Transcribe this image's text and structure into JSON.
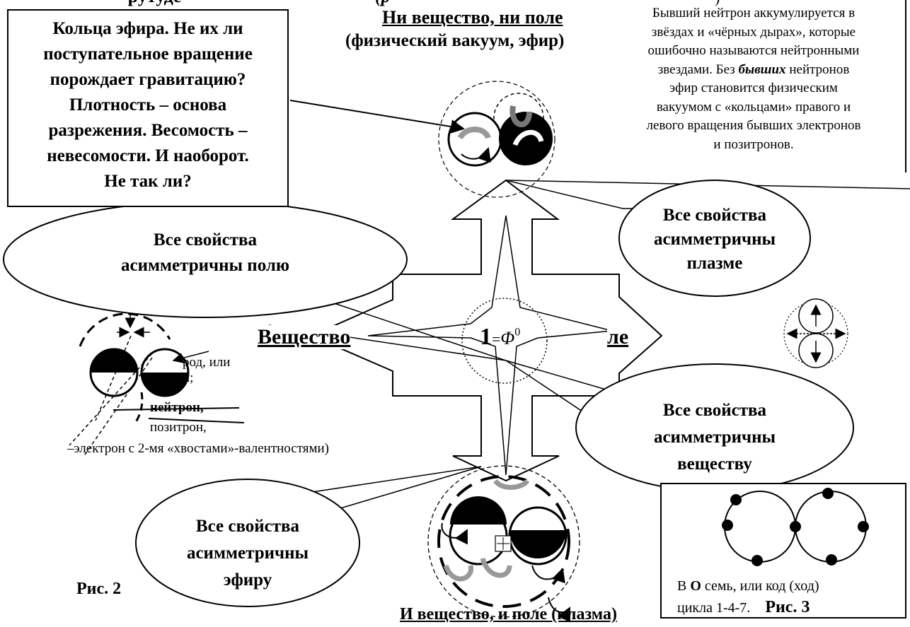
{
  "top_partial_left": "-рутуде",
  "top_partial_mid": "(р",
  "top_partial_right": ")",
  "title_top": "Ни вещество, ни поле",
  "subtitle_top": "(физический вакуум, эфир)",
  "title_bottom": "И вещество, и поле (плазма)",
  "label_left": "Вещество",
  "label_right": "ле",
  "center_formula": {
    "lhs": "1",
    "eq": "=",
    "base": "Φ",
    "exp": "0"
  },
  "textbox_left": {
    "lines": [
      "Кольца эфира. Не их ли",
      "поступательное вращение",
      "порождает гравитацию?",
      "Плотность – основа",
      "разрежения. Весомость –",
      "невесомости. И наоборот.",
      "Не так ли?"
    ]
  },
  "note_top_right": {
    "lines_before": [
      "Бывший нейтрон аккумулируется в",
      "звёздах и «чёрных дырах», которые",
      "ошибочно называются нейтронными"
    ],
    "line4_start": "звездами. Без ",
    "line4_emph": "бывших",
    "line4_end": " нейтронов",
    "lines_after": [
      "эфир становится физическим",
      "вакуумом с «кольцами» правого и",
      "левого вращения бывших электронов",
      "и позитронов."
    ]
  },
  "bubble_field": [
    "Все свойства",
    "асимметричны полю"
  ],
  "bubble_plasma": [
    "Все свойства",
    "асимметричны",
    "плазме"
  ],
  "bubble_matter": [
    "Все свойства",
    "асимметричны",
    "веществу"
  ],
  "bubble_ether": [
    "Все свойства",
    "асимметричны",
    "эфиру"
  ],
  "legend": {
    "l1": "род, или",
    "l2": "й;",
    "l3": "нейтрон,",
    "l4": "позитрон,",
    "l5": "–электрон с 2-мя «хвостами»-валентностями)"
  },
  "fig2": "Рис. 2",
  "fig3_text": "В ",
  "fig3_bold": "О",
  "fig3_text2": " семь, или код (ход)",
  "fig3_line2": "цикла 1-4-7.",
  "fig3": "Рис. 3"
}
